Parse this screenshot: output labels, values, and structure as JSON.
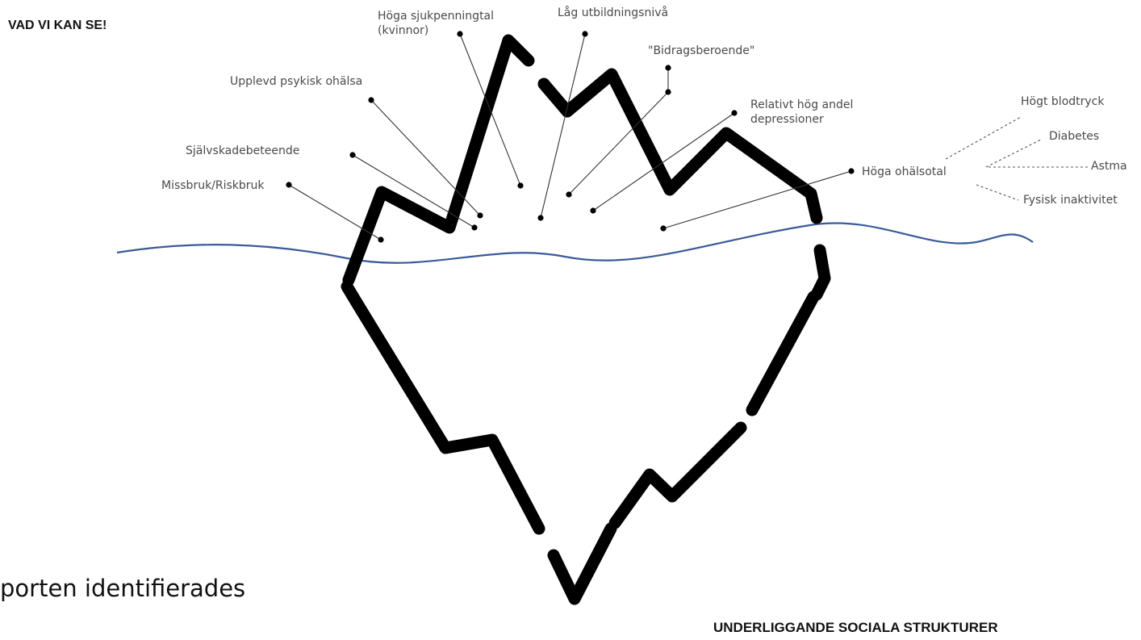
{
  "title": "VAD VI KAN SE!",
  "footer": "UNDERLIGGANDE SOCIALA STRUKTURER",
  "caption": "porten identifierades",
  "labels": {
    "sjukpenning_1": "Höga sjukpenningtal",
    "sjukpenning_2": "(kvinnor)",
    "utbildning": "Låg utbildningsnivå",
    "bidrag": "\"Bidragsberoende\"",
    "psykisk": "Upplevd psykisk ohälsa",
    "depression_1": "Relativt hög andel",
    "depression_2": "depressioner",
    "sjalvskada": "Självskadebeteende",
    "missbruk": "Missbruk/Riskbruk",
    "ohalsotal": "Höga ohälsotal"
  },
  "ohalsotal_details": [
    "Högt blodtryck",
    "Diabetes",
    "Astma",
    "Fysisk inaktivitet"
  ],
  "colors": {
    "water": "#3a5a99",
    "iceberg": "#000000",
    "text": "#4a4a4a"
  }
}
